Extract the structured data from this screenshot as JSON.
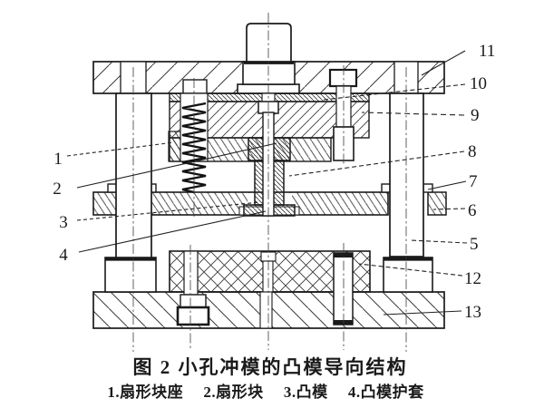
{
  "figure": {
    "caption": "图 2  小孔冲模的凸模导向结构",
    "legend": "1.扇形块座　 2.扇形块　 3.凸模　 4.凸模护套"
  },
  "callouts": {
    "left": [
      "1",
      "2",
      "3",
      "4"
    ],
    "right": [
      "11",
      "10",
      "9",
      "8",
      "7",
      "6",
      "5",
      "12",
      "13"
    ]
  },
  "colors": {
    "ink": "#1a1a1a",
    "paper": "#ffffff"
  }
}
